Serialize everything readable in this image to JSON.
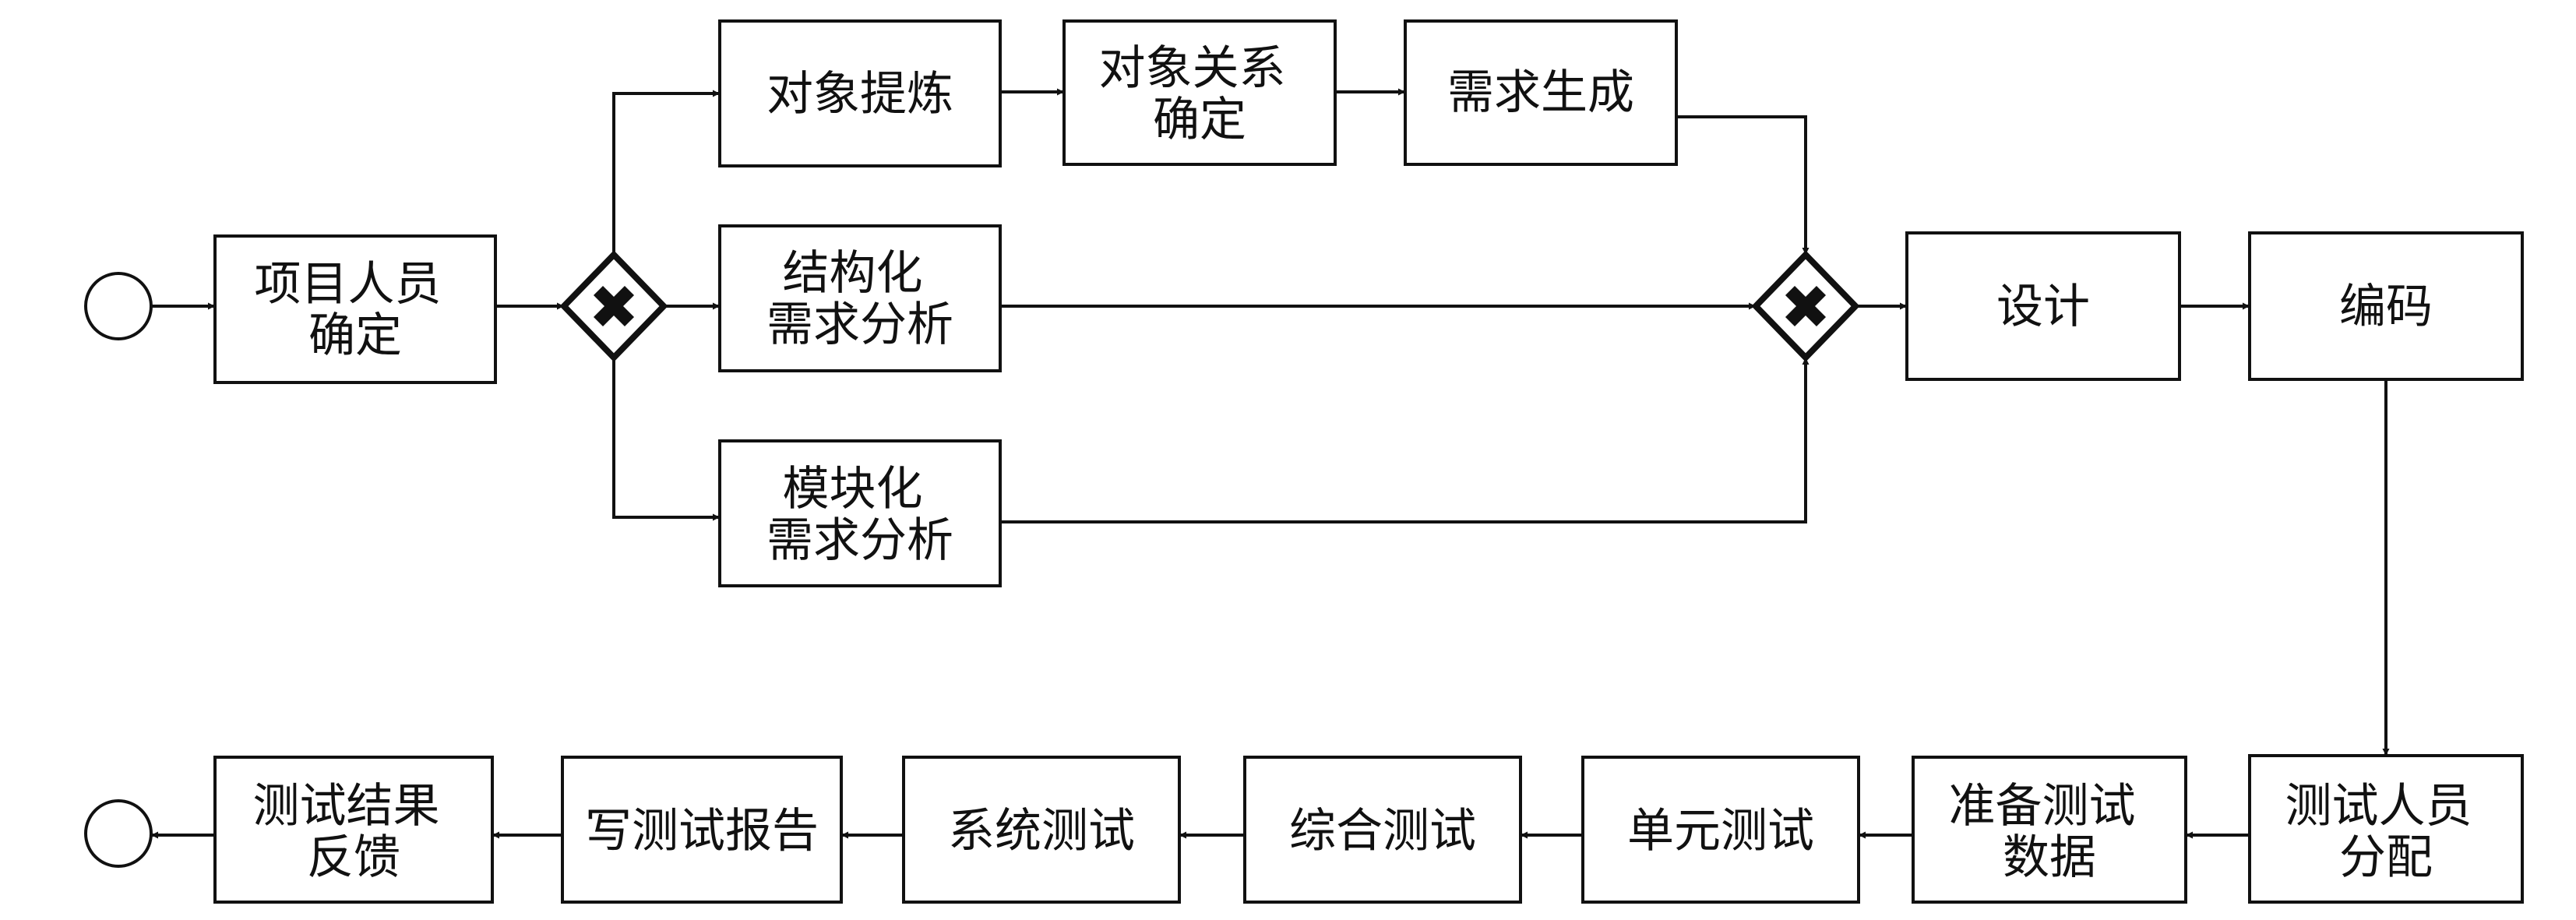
{
  "nodes": {
    "personnel": {
      "lines": [
        "项目人员",
        "确定"
      ]
    },
    "obj_extract": {
      "lines": [
        "对象提炼"
      ]
    },
    "obj_relation": {
      "lines": [
        "对象关系",
        "确定"
      ]
    },
    "req_gen": {
      "lines": [
        "需求生成"
      ]
    },
    "struct_analysis": {
      "lines": [
        "结构化",
        "需求分析"
      ]
    },
    "module_analysis": {
      "lines": [
        "模块化",
        "需求分析"
      ]
    },
    "design": {
      "lines": [
        "设计"
      ]
    },
    "coding": {
      "lines": [
        "编码"
      ]
    },
    "tester_assign": {
      "lines": [
        "测试人员",
        "分配"
      ]
    },
    "test_data": {
      "lines": [
        "准备测试",
        "数据"
      ]
    },
    "unit_test": {
      "lines": [
        "单元测试"
      ]
    },
    "integration_test": {
      "lines": [
        "综合测试"
      ]
    },
    "system_test": {
      "lines": [
        "系统测试"
      ]
    },
    "write_report": {
      "lines": [
        "写测试报告"
      ]
    },
    "feedback": {
      "lines": [
        "测试结果",
        "反馈"
      ]
    }
  }
}
